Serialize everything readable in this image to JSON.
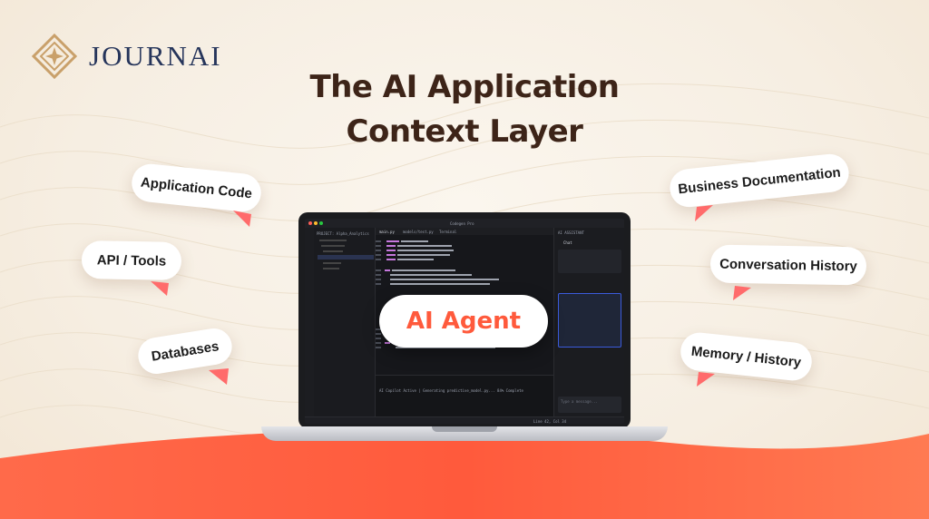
{
  "brand": {
    "name": "JOURNAI",
    "logo_icon": "sparkle-diamond-icon"
  },
  "headline": {
    "line1": "The AI Application",
    "line2": "Context Layer"
  },
  "center_label": "AI Agent",
  "sources": {
    "application_code": "Application Code",
    "api_tools": "API / Tools",
    "databases": "Databases",
    "business_docs": "Business Documentation",
    "conversation_history": "Conversation History",
    "memory_history": "Memory / History"
  },
  "colors": {
    "accent": "#ff5a3c",
    "brand_gold": "#c9a06a",
    "brand_navy": "#26355b",
    "heading": "#3d2418",
    "tail": "#ff6b6b"
  },
  "editor": {
    "window_title": "Codegen Pro",
    "explorer_title": "PROJECT: Alpha_Analytics",
    "tabs": [
      "main.py",
      "models/test.py",
      "Terminal"
    ],
    "chat_panel_title": "AI ASSISTANT",
    "chat_tab": "Chat",
    "terminal_line": "AI Copilot Active | Generating predictive_model.py... 84% Complete",
    "status_right": "Line 42, Col 34",
    "input_placeholder": "Type a message..."
  }
}
